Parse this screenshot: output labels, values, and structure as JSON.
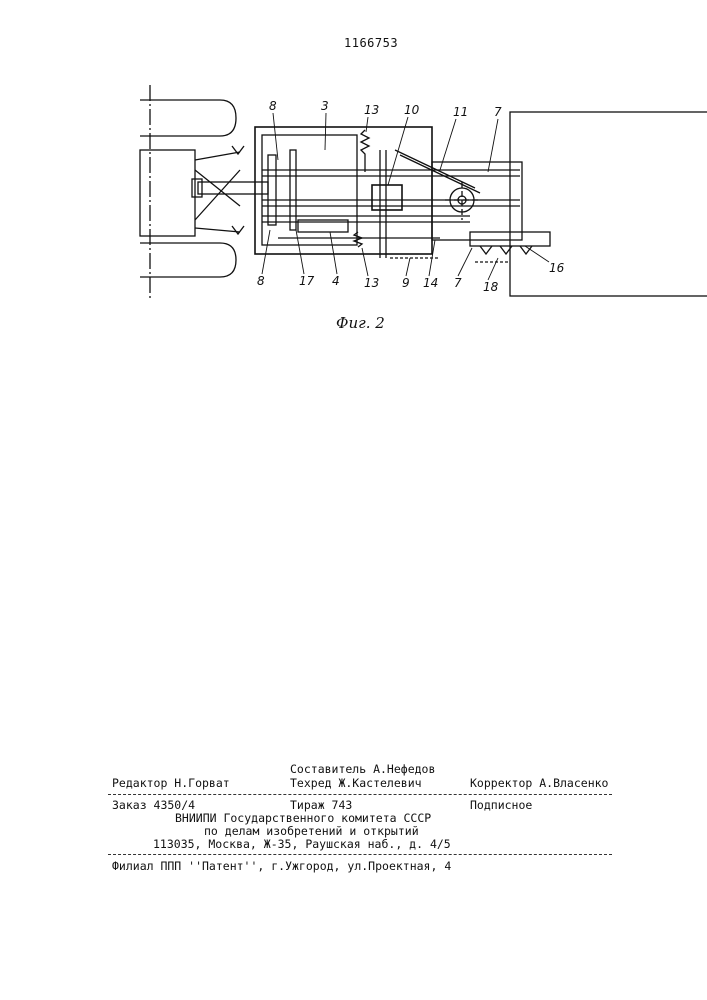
{
  "patent_number": "1166753",
  "figure": {
    "caption": "Фиг. 2",
    "labels": [
      "8",
      "3",
      "13",
      "10",
      "11",
      "7",
      "8",
      "17",
      "4",
      "13",
      "9",
      "14",
      "7",
      "18",
      "16"
    ]
  },
  "imprint": {
    "compiler_label": "Составитель А.Нефедов",
    "editor_label": "Редактор Н.Горват",
    "techred_label": "Техред Ж.Кастелевич",
    "corrector_label": "Корректор А.Власенко",
    "order": "Заказ 4350/4",
    "circulation": "Тираж 743",
    "subscription": "Подписное",
    "institute_line1": "ВНИИПИ Государственного комитета СССР",
    "institute_line2": "по делам изобретений и открытий",
    "institute_address": "113035, Москва, Ж-35, Раушская наб., д. 4/5",
    "branch": "Филиал ППП ''Патент'', г.Ужгород, ул.Проектная, 4"
  }
}
